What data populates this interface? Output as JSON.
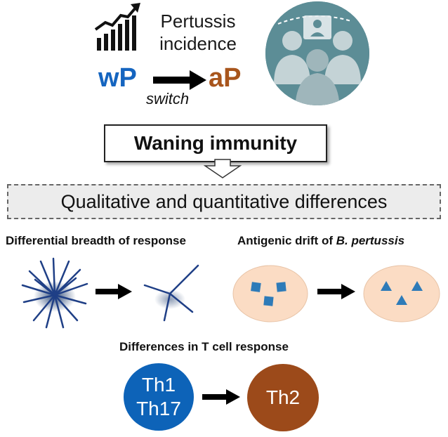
{
  "header": {
    "incidence_line1": "Pertussis",
    "incidence_line2": "incidence",
    "wp_label": "wP",
    "ap_label": "aP",
    "switch_label": "switch"
  },
  "waning": {
    "label": "Waning immunity"
  },
  "differences": {
    "label": "Qualitative and quantitative differences"
  },
  "breadth": {
    "label": "Differential breadth of response"
  },
  "drift": {
    "label_prefix": "Antigenic drift of ",
    "label_species": "B. pertussis"
  },
  "tcell": {
    "label": "Differences in T cell response",
    "left_line1": "Th1",
    "left_line2": "Th17",
    "right_line1": "Th2"
  },
  "colors": {
    "wp_blue": "#1565c0",
    "ap_brown": "#a8551c",
    "th1_blue": "#0d63b8",
    "th2_brown": "#9c4a1a",
    "peach": "#fbdcc4",
    "antigen_blue": "#2e7bb8",
    "crowd_circle": "#4f7f88"
  }
}
